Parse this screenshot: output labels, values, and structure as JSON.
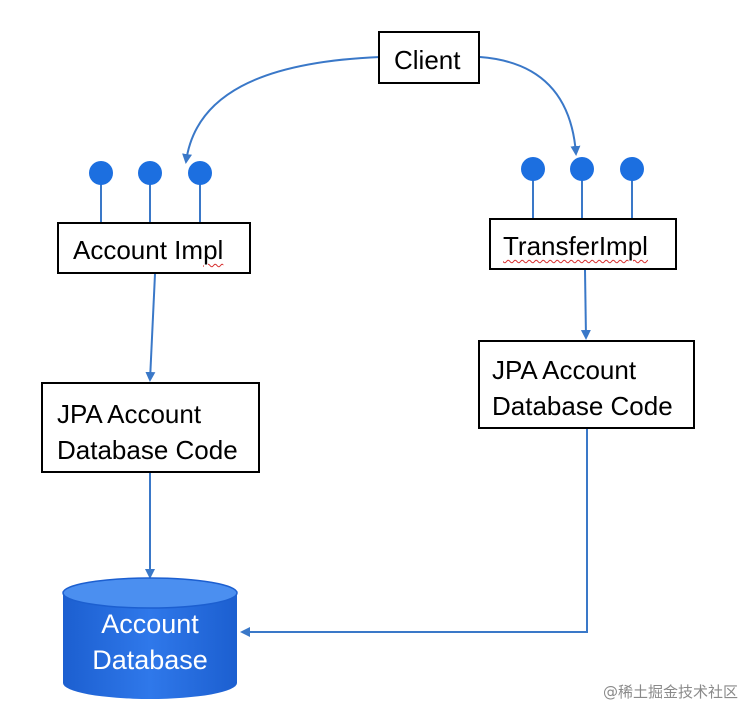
{
  "nodes": {
    "client": "Client",
    "account_impl": {
      "text_a": "Account Im",
      "text_b": "pl"
    },
    "transfer_impl": "TransferImpl",
    "jpa_left": {
      "line1": "JPA Account",
      "line2": "Database Code"
    },
    "jpa_right": {
      "line1": "JPA Account",
      "line2": "Database Code"
    },
    "database": {
      "line1": "Account",
      "line2": "Database"
    }
  },
  "watermark": "@稀土掘金技术社区",
  "colors": {
    "arrow": "#3a78c8",
    "pin": "#1c6fe0",
    "db_fill": "#2368dc",
    "db_top": "#4b8ff0"
  }
}
